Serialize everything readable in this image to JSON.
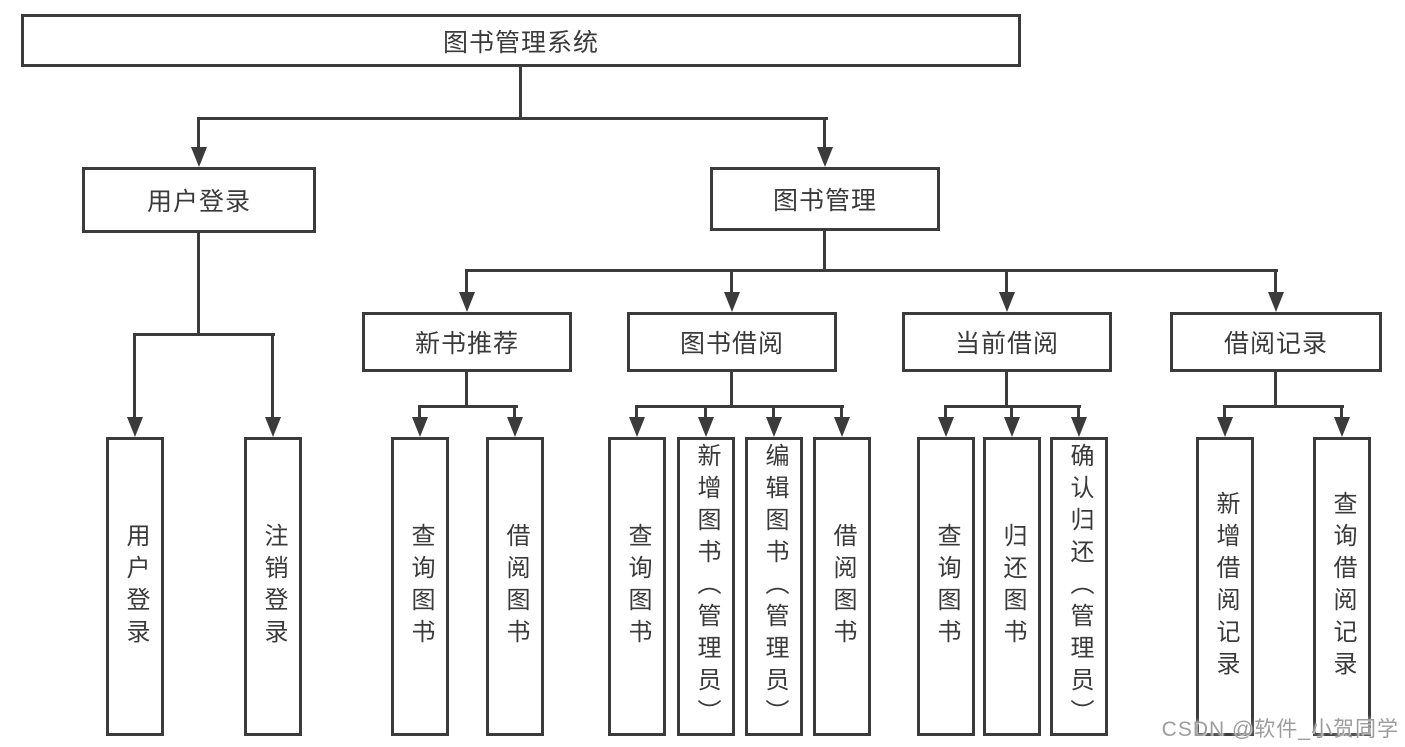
{
  "diagram": {
    "root": {
      "label": "图书管理系统"
    },
    "branches": [
      {
        "label": "用户登录",
        "children": [
          {
            "label": "用户登录"
          },
          {
            "label": "注销登录"
          }
        ]
      },
      {
        "label": "图书管理",
        "children": [
          {
            "label": "新书推荐",
            "children": [
              {
                "label": "查询图书"
              },
              {
                "label": "借阅图书"
              }
            ]
          },
          {
            "label": "图书借阅",
            "children": [
              {
                "label": "查询图书"
              },
              {
                "label": "新增图书（管理员）"
              },
              {
                "label": "编辑图书（管理员）"
              },
              {
                "label": "借阅图书"
              }
            ]
          },
          {
            "label": "当前借阅",
            "children": [
              {
                "label": "查询图书"
              },
              {
                "label": "归还图书"
              },
              {
                "label": "确认归还（管理员）"
              }
            ]
          },
          {
            "label": "借阅记录",
            "children": [
              {
                "label": "新增借阅记录"
              },
              {
                "label": "查询借阅记录"
              }
            ]
          }
        ]
      }
    ]
  },
  "watermark": {
    "text": "CSDN @软件_小贺同学",
    "color": "#9d9d9d"
  },
  "colors": {
    "line": "#3b3b3b",
    "text": "#3a3a3a",
    "background": "#ffffff"
  }
}
